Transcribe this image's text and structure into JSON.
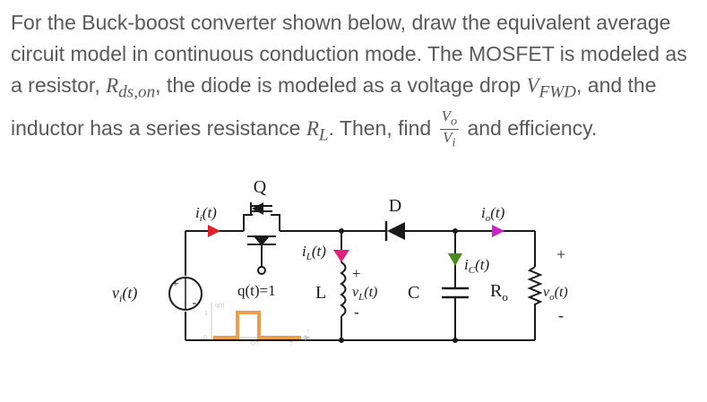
{
  "problem": {
    "seg1": "For the Buck-boost converter shown below, draw the equivalent average circuit model in continuous conduction mode. The MOSFET is modeled as a resistor, ",
    "r_ds": "R",
    "r_ds_sub": "ds,on",
    "seg2": ", the diode is modeled as a voltage drop ",
    "v_fwd": "V",
    "v_fwd_sub": "FWD",
    "seg3": ", and the inductor has a series resistance ",
    "r_l": "R",
    "r_l_sub": "L",
    "seg4": ". Then, find ",
    "frac_num": "V",
    "frac_num_sub": "o",
    "frac_den": "V",
    "frac_den_sub": "i",
    "seg5": " and efficiency."
  },
  "circuit": {
    "q_label": "Q",
    "d_label": "D",
    "ii_label": "i",
    "ii_sub": "i",
    "ii_arg": "(t)",
    "io_label": "i",
    "io_sub": "o",
    "io_arg": "(t)",
    "il_label": "i",
    "il_sub": "L",
    "il_arg": "(t)",
    "ic_label": "i",
    "ic_sub": "C",
    "ic_arg": "(t)",
    "vi_label": "v",
    "vi_sub": "i",
    "vi_arg": "(t)",
    "qt_label": "q(t)=1",
    "l_label": "L",
    "vl_label": "v",
    "vl_sub": "L",
    "vl_arg": "(t)",
    "c_label": "C",
    "ro_label": "R",
    "ro_sub": "o",
    "vo_label": "v",
    "vo_sub": "o",
    "vo_arg": "(t)",
    "plus": "+",
    "minus": "-",
    "wave_y_label": "q(t)",
    "wave_one": "1",
    "wave_zero": "0",
    "wave_dt": "DT",
    "wave_t_end": "T",
    "wave_t_axis": "t"
  },
  "colors": {
    "text": "#595959",
    "wire": "#1a1a1a",
    "input_current": "#e0202a",
    "output_current": "#cc22cc",
    "inductor_current": "#e0207a",
    "cap_current": "#4a8a1a",
    "inductor_voltage": "#2a2ad0",
    "waveform": "#e8a050"
  }
}
